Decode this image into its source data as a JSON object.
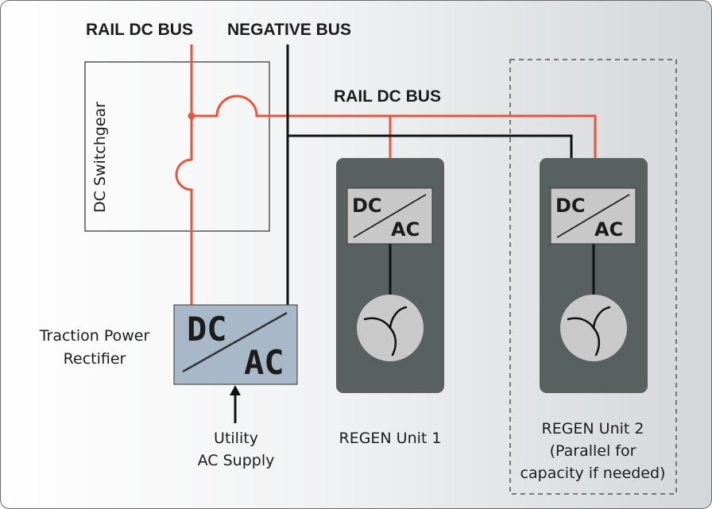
{
  "labels": {
    "rail_dc_bus_top": "RAIL DC BUS",
    "negative_bus": "NEGATIVE BUS",
    "rail_dc_bus_mid": "RAIL DC BUS",
    "dc_switchgear": "DC Switchgear",
    "traction_line1": "Traction Power",
    "traction_line2": "Rectifier",
    "utility_line1": "Utility",
    "utility_line2": "AC Supply",
    "regen1": "REGEN Unit 1",
    "regen2_line1": "REGEN Unit 2",
    "regen2_line2": "(Parallel for",
    "regen2_line3": "capacity if needed)"
  },
  "converter": {
    "rectifier_dc": "DC",
    "rectifier_ac": "AC",
    "regen1_dc": "DC",
    "regen1_ac": "AC",
    "regen2_dc": "DC",
    "regen2_ac": "AC"
  },
  "icons": {
    "regen1_generator": "fan-turbine-icon",
    "regen2_generator": "fan-turbine-icon",
    "supply_arrow": "arrow-up-icon"
  },
  "colors": {
    "rail_bus": "#e8553d",
    "negative_bus": "#111111",
    "unit_body": "#586060",
    "converter_box": "#c8c8c8",
    "rectifier_box": "#a8b8c8",
    "generator_circle": "#c9c9c9"
  }
}
